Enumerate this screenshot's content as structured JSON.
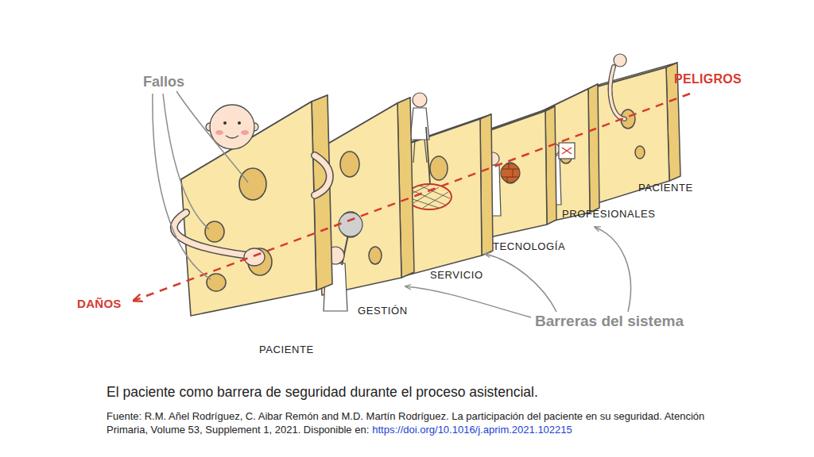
{
  "diagram": {
    "caption": "El paciente como barrera de seguridad durante el proceso asistencial.",
    "labels": [
      "Fallos",
      "PELIGROS",
      "PACIENTE",
      "PROFESIONALES",
      "TECNOLOGÍA",
      "SERVICIO",
      "GESTIÓN",
      "DAÑOS",
      "PACIENTE",
      "Barreras del sistema",
      "Fuente: R.M. Añel Rodríguez, C. Aibar Remón and M.D. Martín Rodríguez. La participación del paciente en su seguridad. Atención Primaria, Volume 53, Supplement 1, 2021. Disponible en:",
      "https://doi.org/10.1016/j.aprim.2021.102215"
    ]
  }
}
